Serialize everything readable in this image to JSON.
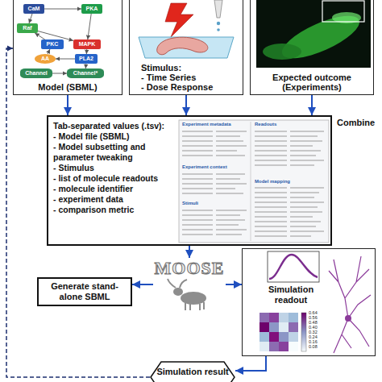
{
  "diagram": {
    "nodes": [
      {
        "text": [
          "Model (SBML)"
        ]
      },
      {
        "text": [
          "CaM"
        ],
        "in": 0
      },
      {
        "text": [
          "PKA"
        ],
        "in": 0
      },
      {
        "text": [
          "Raf"
        ],
        "in": 0
      },
      {
        "text": [
          "PKC"
        ],
        "in": 0
      },
      {
        "text": [
          "MAPK"
        ],
        "in": 0
      },
      {
        "text": [
          "AA"
        ],
        "in": 0
      },
      {
        "text": [
          "PLA2"
        ],
        "in": 0
      },
      {
        "text": [
          "Channel"
        ],
        "in": 0
      },
      {
        "text": [
          "Channel*"
        ],
        "in": 0
      },
      {
        "text": [
          "Stimulus:",
          "- Time Series",
          "- Dose Response"
        ]
      },
      {
        "text": [
          "Expected outcome (Experiments)"
        ]
      },
      {
        "text": [
          "Tab-separated values (.tsv):",
          "- Model file (SBML)",
          "- Model subsetting and parameter tweaking",
          "- Stimulus",
          "- list of molecule readouts",
          "- molecule identifier",
          "- experiment data",
          "- comparison metric"
        ]
      },
      {
        "text": [
          "Generate stand-alone SBML"
        ]
      },
      {
        "text": [
          "MOOSE"
        ]
      },
      {
        "text": [
          "Simulation readout"
        ]
      },
      {
        "text": [
          "Simulation result"
        ]
      }
    ],
    "edges": [
      {
        "from": 0,
        "to": 12,
        "arrow": "to"
      },
      {
        "from": 10,
        "to": 12,
        "arrow": "to"
      },
      {
        "from": 11,
        "to": 12,
        "arrow": "to"
      },
      {
        "from": 12,
        "to": 14,
        "arrow": "to"
      },
      {
        "from": 14,
        "to": 13,
        "arrow": "to"
      },
      {
        "from": 14,
        "to": 15,
        "arrow": "to"
      },
      {
        "from": 15,
        "to": 16,
        "arrow": "to"
      },
      {
        "from": 16,
        "to": 0,
        "arrow": "to"
      },
      {
        "from": 1,
        "to": 2,
        "arrow": "to"
      },
      {
        "from": 1,
        "to": 3,
        "arrow": "to"
      },
      {
        "from": 2,
        "to": 5,
        "arrow": "to"
      },
      {
        "from": 3,
        "to": 5,
        "arrow": "to"
      },
      {
        "from": 4,
        "to": 3,
        "arrow": "to"
      },
      {
        "from": 5,
        "to": 7,
        "arrow": "to"
      },
      {
        "from": 7,
        "to": 6,
        "arrow": "to"
      },
      {
        "from": 6,
        "to": 4,
        "arrow": "to"
      },
      {
        "from": 7,
        "to": 9,
        "arrow": "to"
      },
      {
        "from": 8,
        "to": 9,
        "arrow": "to"
      }
    ],
    "labels": [
      "Combine",
      "Experiment metadata",
      "Experiment context",
      "Stimuli",
      "Readouts",
      "Model mapping",
      "0.64",
      "0.56",
      "0.48",
      "0.40",
      "0.32",
      "0.24",
      "0.16",
      "0.08"
    ]
  }
}
